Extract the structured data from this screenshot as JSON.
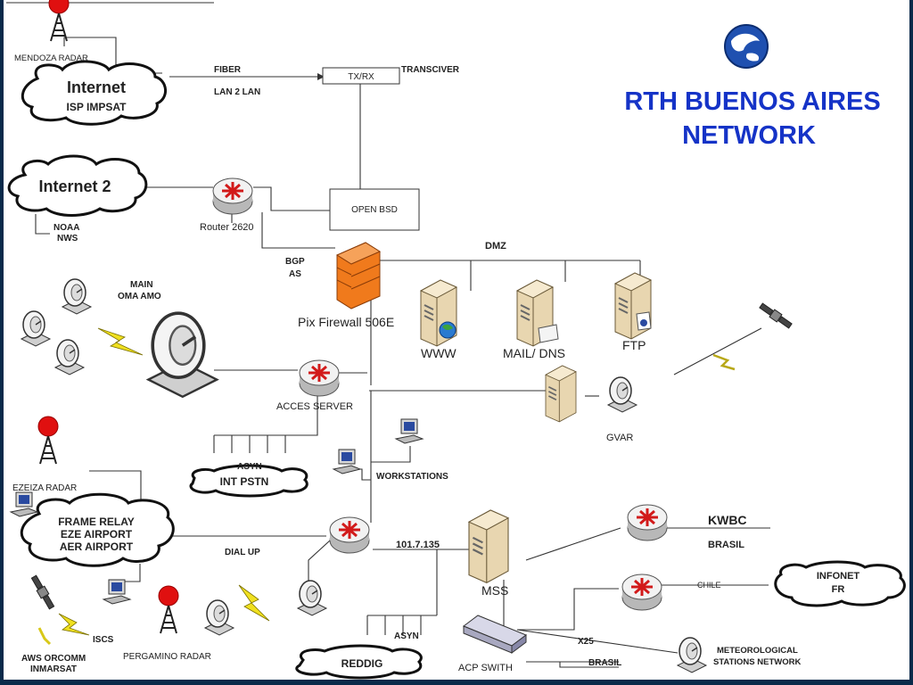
{
  "title": {
    "line1": "RTH BUENOS AIRES",
    "line2": "NETWORK"
  },
  "labels": {
    "mendoza_radar": "MENDOZA RADAR",
    "fiber": "FIBER",
    "lan2lan": "LAN 2 LAN",
    "txrx": "TX/RX",
    "transceiver": "TRANSCIVER",
    "internet": "Internet",
    "isp": "ISP IMPSAT",
    "internet2": "Internet 2",
    "noaa": "NOAA",
    "nws": "NWS",
    "router2620": "Router 2620",
    "openbsd": "OPEN BSD",
    "bgp": "BGP",
    "as": "AS",
    "dmz": "DMZ",
    "firewall": "Pix Firewall 506E",
    "www": "WWW",
    "mail_dns": "MAIL/ DNS",
    "ftp": "FTP",
    "main": "MAIN",
    "oma_amo": "OMA AMO",
    "acces_server": "ACCES SERVER",
    "gvar": "GVAR",
    "asyn1": "ASYN",
    "int_pstn": "INT PSTN",
    "workstations": "WORKSTATIONS",
    "ezeiza_radar": "EZEIZA RADAR",
    "frame_relay": "FRAME RELAY",
    "eze_airport": "EZE AIRPORT",
    "aer_airport": "AER AIRPORT",
    "dial_up": "DIAL UP",
    "ip": "101.7.135",
    "mss": "MSS",
    "kwbc": "KWBC",
    "brasil1": "BRASIL",
    "chile": "CHILE",
    "infonet": "INFONET",
    "fr": "FR",
    "x25": "X25",
    "met_stations1": "METEOROLOGICAL",
    "met_stations2": "STATIONS NETWORK",
    "acp_switch": "ACP SWITH",
    "brasil2": "BRASIL",
    "asyn2": "ASYN",
    "reddig": "REDDIG",
    "iscs": "ISCS",
    "aws_orcomm": "AWS ORCOMM",
    "inmarsat": "INMARSAT",
    "pergamino_radar": "PERGAMINO RADAR"
  },
  "colors": {
    "title": "#1533c7",
    "radar_ball": "#e01010",
    "firewall": "#f07a1c",
    "lightning": "#f0e020",
    "frame": "#0a2a4a"
  },
  "icons": [
    "globe-logo-icon",
    "radar-tower-icon",
    "router-icon",
    "firewall-icon",
    "server-icon",
    "satellite-dish-icon",
    "satellite-icon",
    "workstation-icon",
    "lightning-icon",
    "switch-icon"
  ]
}
